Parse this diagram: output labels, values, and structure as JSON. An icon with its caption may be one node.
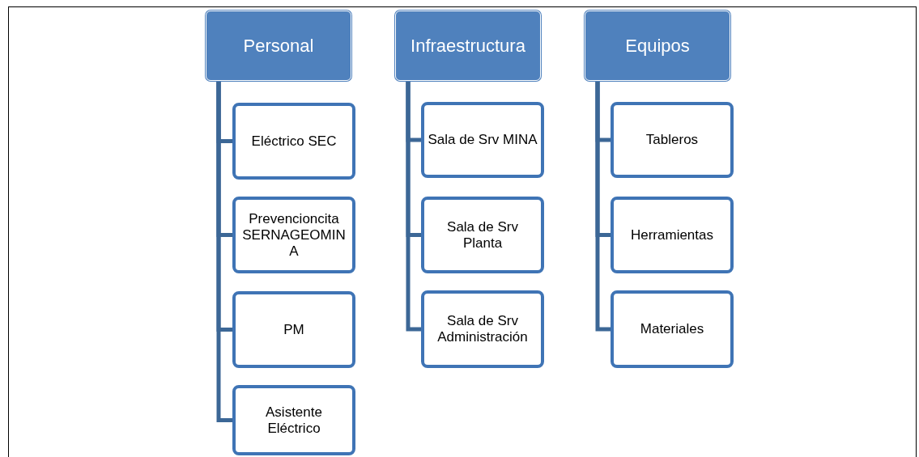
{
  "diagram": {
    "nodes": [
      {
        "text": [
          "Personal"
        ]
      },
      {
        "text": [
          "Eléctrico SEC"
        ]
      },
      {
        "text": [
          "Prevencioncita SERNAGEOMINA"
        ]
      },
      {
        "text": [
          "PM"
        ]
      },
      {
        "text": [
          "Asistente Eléctrico"
        ]
      },
      {
        "text": [
          "Infraestructura"
        ]
      },
      {
        "text": [
          "Sala de Srv MINA"
        ]
      },
      {
        "text": [
          "Sala de Srv Planta"
        ]
      },
      {
        "text": [
          "Sala de Srv Administración"
        ]
      },
      {
        "text": [
          "Equipos"
        ]
      },
      {
        "text": [
          "Tableros"
        ]
      },
      {
        "text": [
          "Herramientas"
        ]
      },
      {
        "text": [
          "Materiales"
        ]
      }
    ],
    "edges": [
      {
        "from": 0,
        "to": 1,
        "arrow": "none"
      },
      {
        "from": 0,
        "to": 2,
        "arrow": "none"
      },
      {
        "from": 0,
        "to": 3,
        "arrow": "none"
      },
      {
        "from": 0,
        "to": 4,
        "arrow": "none"
      },
      {
        "from": 5,
        "to": 6,
        "arrow": "none"
      },
      {
        "from": 5,
        "to": 7,
        "arrow": "none"
      },
      {
        "from": 5,
        "to": 8,
        "arrow": "none"
      },
      {
        "from": 9,
        "to": 10,
        "arrow": "none"
      },
      {
        "from": 9,
        "to": 11,
        "arrow": "none"
      },
      {
        "from": 9,
        "to": 12,
        "arrow": "none"
      }
    ]
  }
}
